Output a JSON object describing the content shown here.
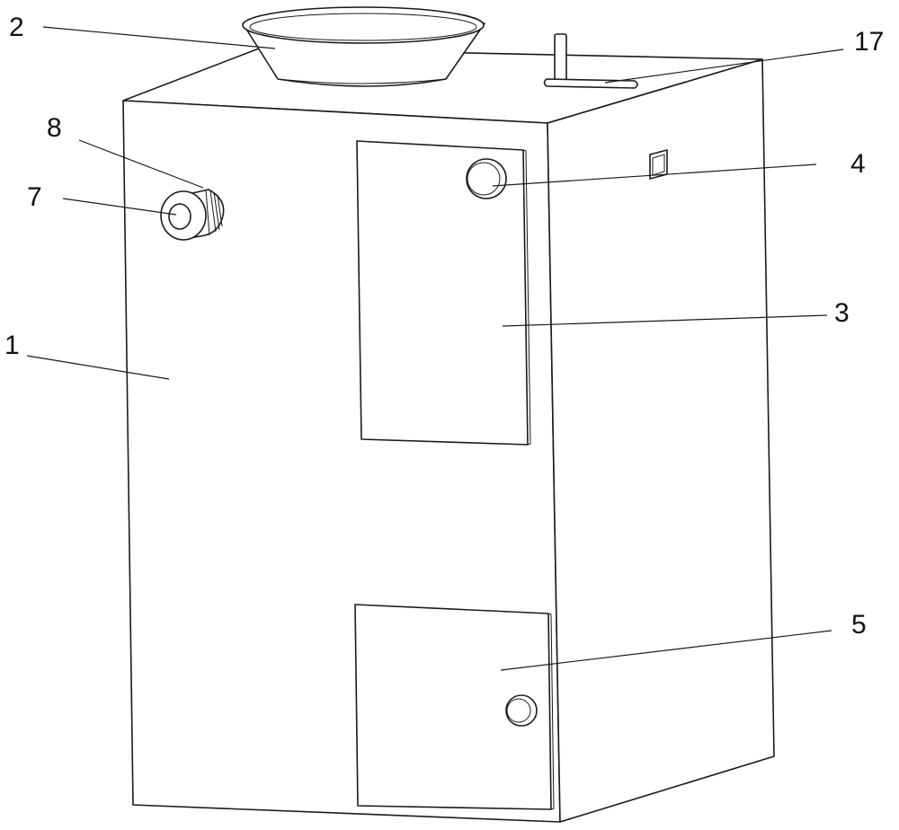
{
  "callouts": {
    "body": "1",
    "hopper": "2",
    "upper_door": "3",
    "upper_knob": "4",
    "lower_door": "5",
    "side_button": "7",
    "side_dial": "8",
    "top_rod": "17"
  }
}
